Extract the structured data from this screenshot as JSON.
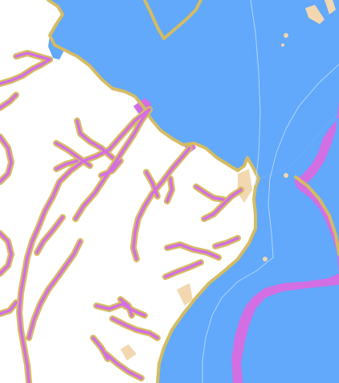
{
  "colors": {
    "land": "#ffffff",
    "water": "#62a8fb",
    "shoreline": "#d4bc63",
    "stream": "#d46ee3",
    "shoal": "#f2d7b0",
    "channel": "#b8dcff"
  },
  "layers": [
    "land",
    "water",
    "shoreline",
    "streams",
    "shoals",
    "channel-lines"
  ]
}
